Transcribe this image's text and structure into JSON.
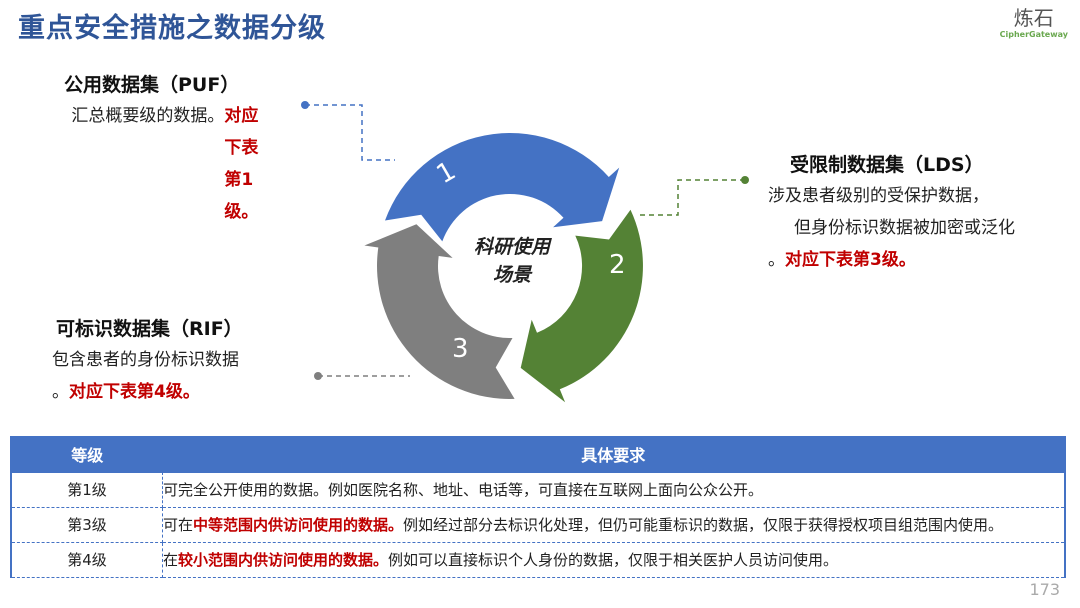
{
  "title": "重点安全措施之数据分级",
  "logo": {
    "cn": "炼石",
    "en": "CipherGateway"
  },
  "center": "科研使用场景",
  "segments": [
    {
      "label": "1",
      "color": "#4472c4"
    },
    {
      "label": "2",
      "color": "#548235"
    },
    {
      "label": "3",
      "color": "#7f7f7f"
    }
  ],
  "puf": {
    "title": "公用数据集（PUF）",
    "text": "汇总概要级的数据。",
    "red": "对应下表第1级。"
  },
  "lds": {
    "title": "受限制数据集（LDS）",
    "text1": "涉及患者级别的受保护数据，",
    "text2": "但身份标识数据被加密或泛化",
    "text3": "。",
    "red": "对应下表第3级。"
  },
  "rif": {
    "title": "可标识数据集（RIF）",
    "text1": "包含患者的身份标识数据",
    "text2": "。",
    "red": "对应下表第4级。"
  },
  "table": {
    "headers": [
      "等级",
      "具体要求"
    ],
    "rows": [
      {
        "grade": "第1级",
        "pre": "",
        "red": "",
        "text": "可完全公开使用的数据。例如医院名称、地址、电话等，可直接在互联网上面向公众公开。"
      },
      {
        "grade": "第3级",
        "pre": "可在",
        "red": "中等范围内供访问使用的数据。",
        "text": "例如经过部分去标识化处理，但仍可能重标识的数据，仅限于获得授权项目组范围内使用。"
      },
      {
        "grade": "第4级",
        "pre": "在",
        "red": "较小范围内供访问使用的数据。",
        "text": "例如可以直接标识个人身份的数据，仅限于相关医护人员访问使用。"
      }
    ]
  },
  "page": "173"
}
